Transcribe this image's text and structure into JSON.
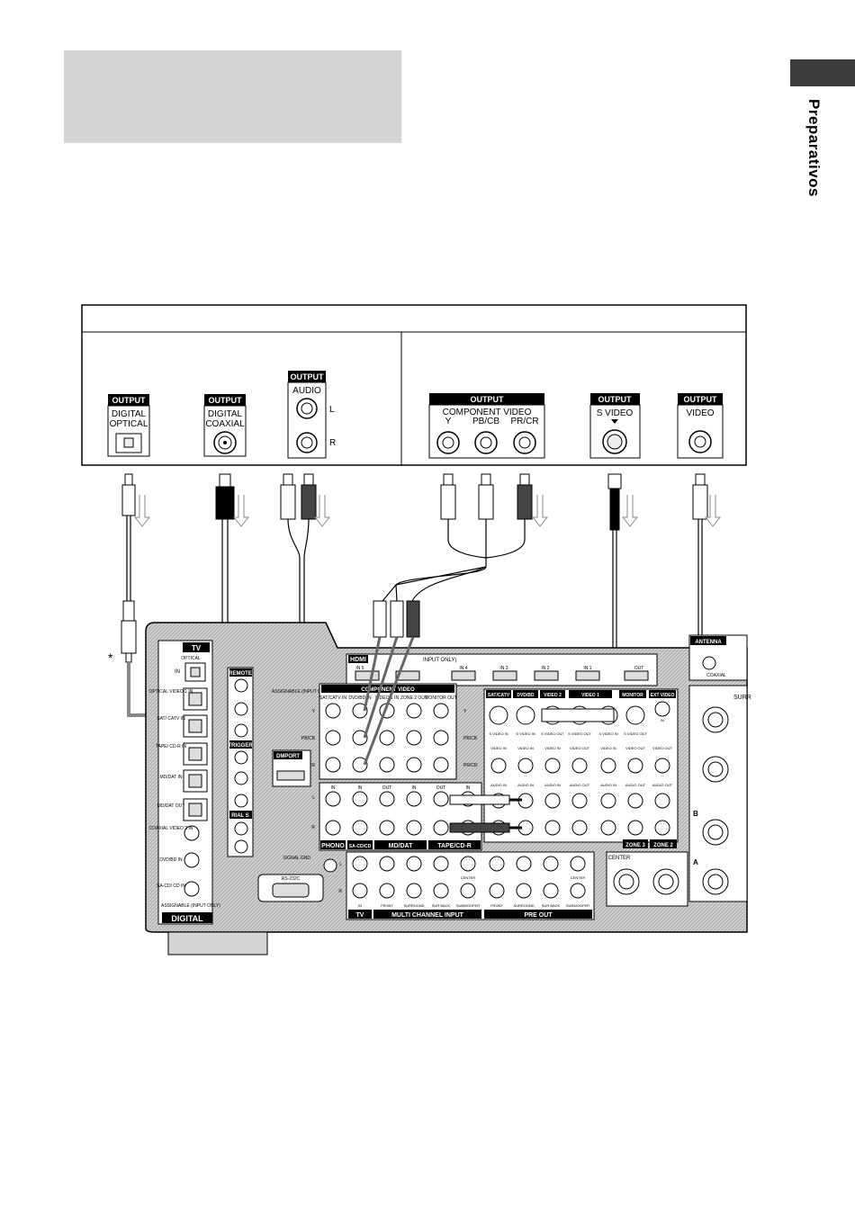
{
  "section_tab": {
    "label": "Preparativos"
  },
  "footnote_marker": "*",
  "source_outputs": {
    "output_label": "OUTPUT",
    "digital_optical": "DIGITAL\nOPTICAL",
    "digital_coaxial": "DIGITAL\nCOAXIAL",
    "audio": "AUDIO",
    "audio_left": "L",
    "audio_right": "R",
    "component_video": "COMPONENT VIDEO",
    "comp_y": "Y",
    "comp_pb": "PB/CB",
    "comp_pr": "PR/CR",
    "s_video": "S VIDEO",
    "video": "VIDEO"
  },
  "receiver_panel": {
    "optical_block_title": "TV",
    "optical_label": "OPTICAL",
    "optical_in": "IN",
    "digital_inputs": [
      "OPTICAL VIDEO 1 IN",
      "SAT/ CATV IN",
      "TAPE/ CD-R IN",
      "MD/DAT IN",
      "MD/DAT OUT",
      "COAXIAL VIDEO 2 IN",
      "DVD/BD IN",
      "SA-CD/ CD IN"
    ],
    "digital_assignable": "ASSIGNABLE (INPUT ONLY)",
    "digital_footer": "DIGITAL",
    "remote_label": "REMOTE",
    "trigger_label": "TRIGGER",
    "serial_label": "RIAL S",
    "hdmi_label": "HDMI",
    "hdmi_input_only": "INPUT ONLY)",
    "hdmi_ports": [
      "IN 5",
      "IN 4",
      "IN 3",
      "IN 2",
      "IN 1",
      "OUT"
    ],
    "assignable_input": "ASSIGNABLE (INPUT ONLY)",
    "component_video_title": "COMPONENT VIDEO",
    "component_cols": [
      "SAT/CATV IN",
      "DVD/BD IN",
      "VIDEO 1 IN",
      "ZONE 2 OUT",
      "MONITOR OUT"
    ],
    "component_rows": [
      "Y",
      "PB/CB",
      "PR/CR"
    ],
    "dmport_label": "DMPORT",
    "video_sources": [
      "SAT/CATV",
      "DVD/BD",
      "VIDEO 2",
      "VIDEO 1",
      "MONITOR",
      "EXT VIDEO"
    ],
    "s_video_in": "S VIDEO IN",
    "s_video_out": "S VIDEO OUT",
    "video_in": "VIDEO IN",
    "video_out": "VIDEO OUT",
    "audio_in": "AUDIO IN",
    "audio_out": "AUDIO OUT",
    "io_in": "IN",
    "io_out": "OUT",
    "left": "L",
    "right": "R",
    "audio_sections": [
      "PHONO",
      "SA-CD/CD",
      "MD/DAT",
      "TAPE/CD-R"
    ],
    "signal_gnd": "SIGNAL GND",
    "rs232c": "RS-232C",
    "multi_channel_labels": [
      "FRONT",
      "SURROUND",
      "SUR BACK",
      "SUBWOOFER",
      "CENTER"
    ],
    "tv_label": "TV",
    "multi_channel_input": "MULTI CHANNEL INPUT",
    "pre_out": "PRE OUT",
    "zones": [
      "ZONE 3",
      "ZONE 2"
    ],
    "antenna_label": "ANTENNA",
    "antenna_coaxial": "COAXIAL",
    "speaker_center": "CENTER",
    "speaker_surround": "SURR",
    "speaker_a": "A",
    "speaker_b": "B"
  }
}
